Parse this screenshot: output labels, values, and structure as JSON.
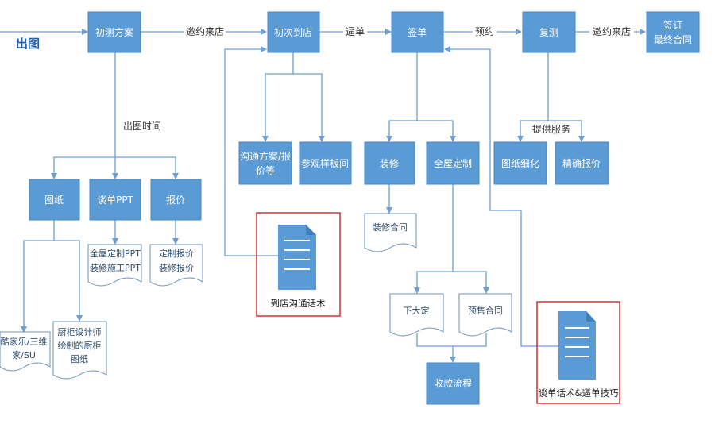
{
  "title": "出图",
  "nodes": {
    "n1": "初测方案",
    "n2": "初次到店",
    "n3": "签单",
    "n4": "复测",
    "n5": [
      "签订",
      "最终合同"
    ],
    "n6": "图纸",
    "n7": "谈单PPT",
    "n8": "报价",
    "n9": [
      "沟通方案/报",
      "价等"
    ],
    "n10": "参观样板间",
    "n11": "装修",
    "n12": "全屋定制",
    "n13": "图纸细化",
    "n14": "精确报价",
    "n15": "收款流程"
  },
  "documents": {
    "d1": [
      "酷家乐/三维",
      "家/SU"
    ],
    "d2": [
      "厨柜设计师",
      "绘制的厨柜",
      "图纸"
    ],
    "d3": [
      "全屋定制PPT",
      "装修施工PPT"
    ],
    "d4": [
      "定制报价",
      "装修报价"
    ],
    "d5": [
      "装修合同"
    ],
    "d6": [
      "下大定"
    ],
    "d7": [
      "预售合同"
    ]
  },
  "resources": {
    "r1": "到店沟通话术",
    "r2": "谈单话术&逼单技巧"
  },
  "edge_labels": {
    "l1": "邀约来店",
    "l2": "逼单",
    "l3": "预约",
    "l4": "邀约来店",
    "l5": "出图时间",
    "l6": "提供服务"
  }
}
